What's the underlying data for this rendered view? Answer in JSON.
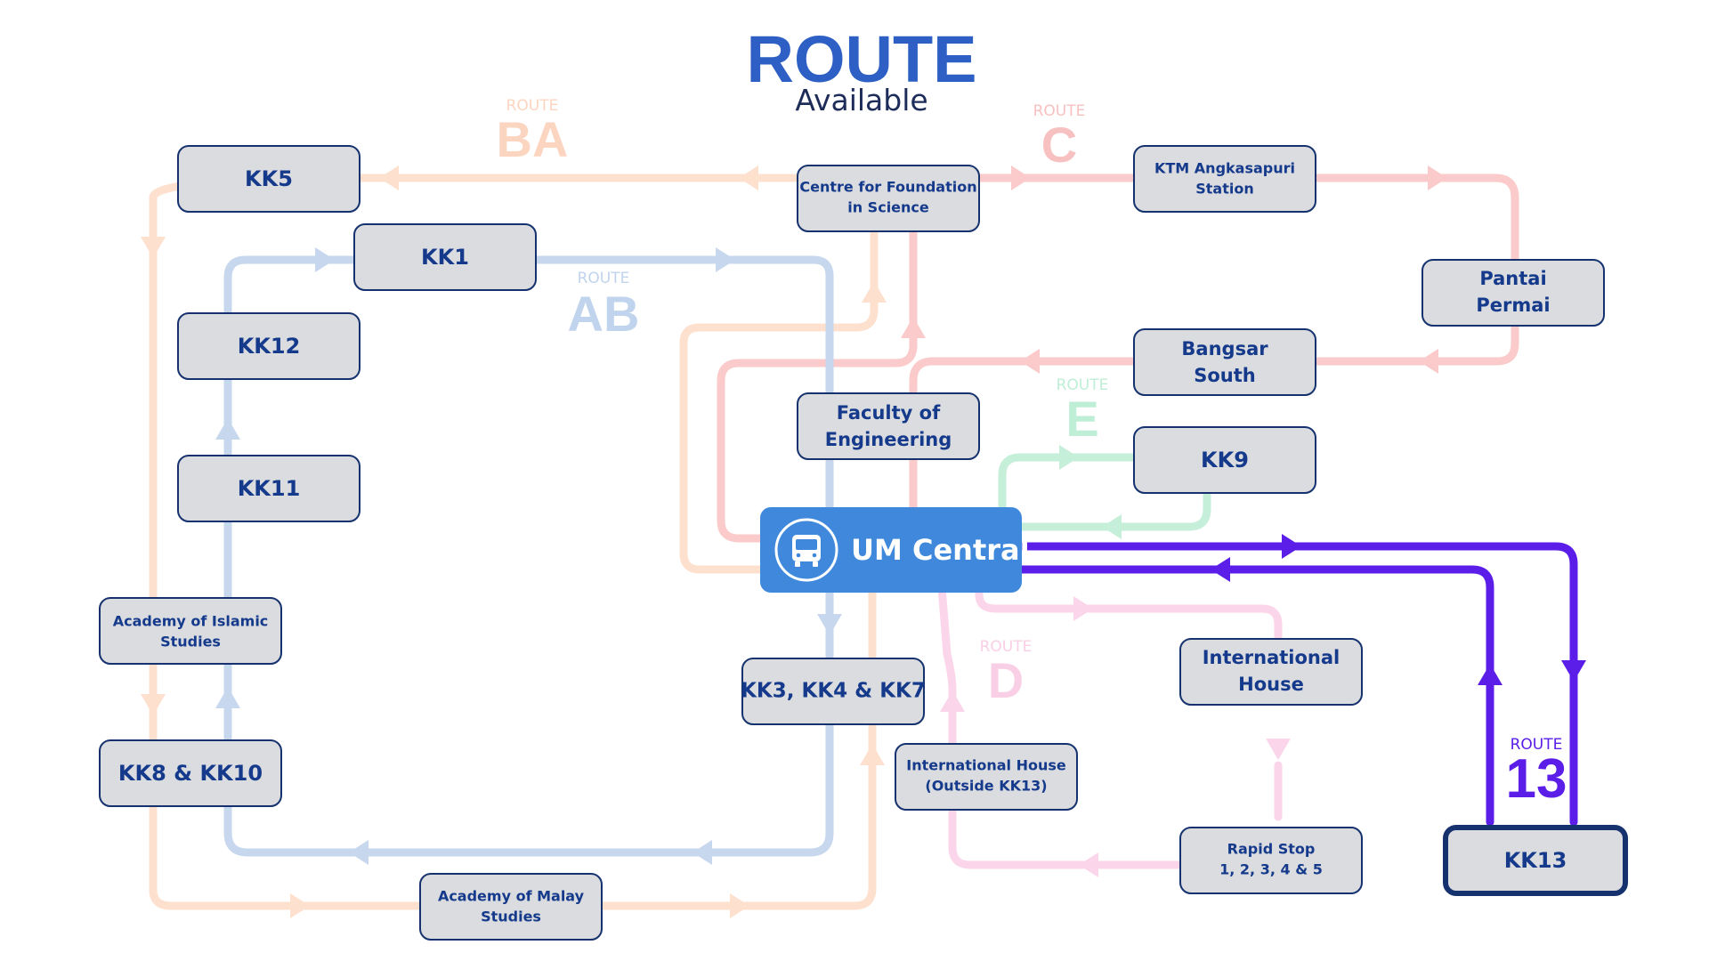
{
  "title": {
    "main": "ROUTE",
    "sub": "Available"
  },
  "hub": {
    "label": "UM Central",
    "icon": "bus-icon"
  },
  "route_labels": {
    "BA": {
      "caption": "ROUTE",
      "code": "BA",
      "color": "#fcd5c0"
    },
    "C": {
      "caption": "ROUTE",
      "code": "C",
      "color": "#f8c1c1"
    },
    "AB": {
      "caption": "ROUTE",
      "code": "AB",
      "color": "#c1d4ee"
    },
    "E": {
      "caption": "ROUTE",
      "code": "E",
      "color": "#bfeed6"
    },
    "D": {
      "caption": "ROUTE",
      "code": "D",
      "color": "#f9cfe6"
    },
    "R13": {
      "caption": "ROUTE",
      "code": "13",
      "color": "#5b1ee8"
    }
  },
  "stops": {
    "kk5": [
      "KK5"
    ],
    "cfs": [
      "Centre for Foundation",
      "in Science"
    ],
    "ktm": [
      "KTM Angkasapuri",
      "Station"
    ],
    "kk1": [
      "KK1"
    ],
    "kk12": [
      "KK12"
    ],
    "pantai": [
      "Pantai",
      "Permai"
    ],
    "bangsar": [
      "Bangsar",
      "South"
    ],
    "foe": [
      "Faculty of",
      "Engineering"
    ],
    "kk9": [
      "KK9"
    ],
    "kk11": [
      "KK11"
    ],
    "ais": [
      "Academy of Islamic",
      "Studies"
    ],
    "ih": [
      "International",
      "House"
    ],
    "kk347": [
      "KK3, KK4 & KK7"
    ],
    "ihout": [
      "International House",
      "(Outside KK13)"
    ],
    "kk810": [
      "KK8 & KK10"
    ],
    "rapid": [
      "Rapid Stop",
      "1, 2, 3, 4 & 5"
    ],
    "kk13": [
      "KK13"
    ],
    "ams": [
      "Academy of Malay",
      "Studies"
    ]
  },
  "colors": {
    "route_BA": "#fde0cd",
    "route_C": "#fbcaca",
    "route_AB": "#c7d7ee",
    "route_E": "#c6efd9",
    "route_D": "#fbd6ea",
    "route_13": "#5b1ee8",
    "hub_fill": "#3f88dc",
    "box_fill": "#dadcdf",
    "box_stroke": "#16326e",
    "text": "#153a8c"
  }
}
